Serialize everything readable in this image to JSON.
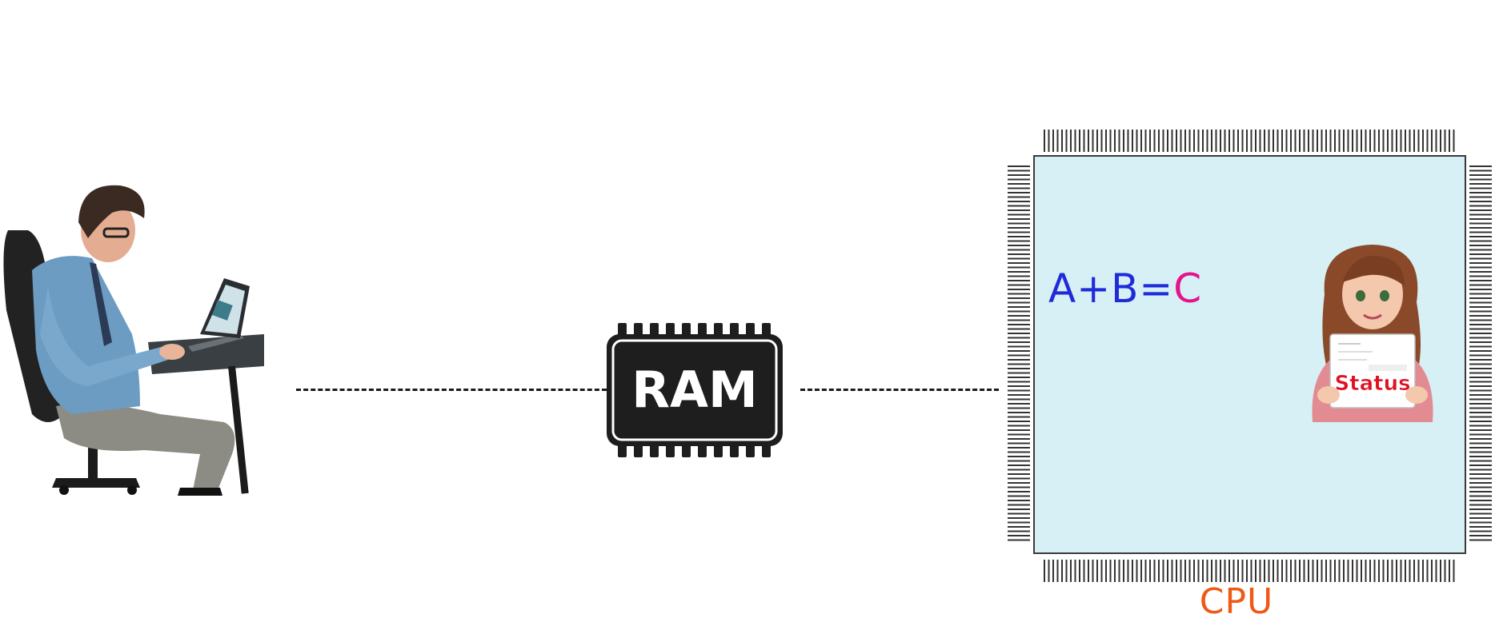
{
  "ram": {
    "label": "RAM"
  },
  "cpu": {
    "label": "CPU",
    "equation": {
      "lhs": "A+B=",
      "rhs": "C"
    },
    "status_card": {
      "label": "Status"
    }
  },
  "colors": {
    "cpu_fill": "#d6f0f5",
    "cpu_label": "#ee5a16",
    "equation_blue": "#1f2bd9",
    "equation_pink": "#e6128c",
    "status_text": "#e01020",
    "ram_body": "#1e1e1e",
    "connector": "#1a1a1a"
  },
  "icons": {
    "left": "person-at-laptop-icon",
    "middle": "ram-chip-icon",
    "right": "cpu-chip-icon",
    "inside_cpu": "girl-holding-status-card-icon"
  }
}
